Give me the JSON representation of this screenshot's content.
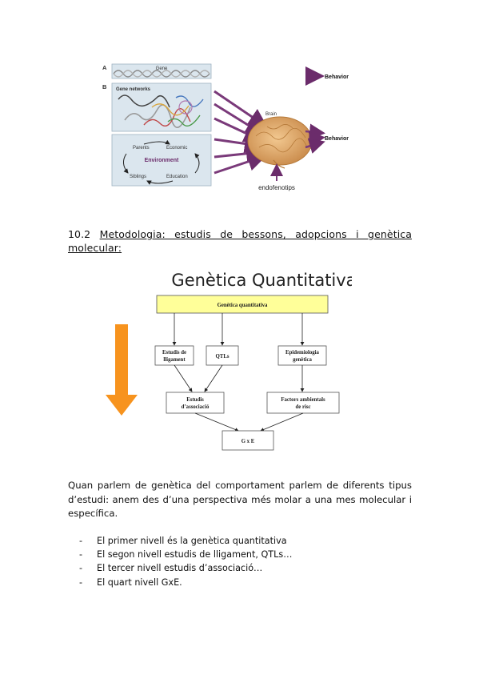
{
  "figure1": {
    "label_a": "A",
    "label_b": "B",
    "gene": "Gene",
    "gene_networks": "Gene networks",
    "environment": "Environment",
    "parents": "Parents",
    "economic": "Economic",
    "siblings": "Siblings",
    "education": "Education",
    "brain": "Brain",
    "behavior_top": "Behavior",
    "behavior_right": "Behavior",
    "endofenotips": "endofenotips"
  },
  "section": {
    "number": "10.2",
    "title": "Metodologia: estudis de bessons, adopcions i genètica molecular:"
  },
  "figure2": {
    "title": "Genètica Quantitativa",
    "box_top": "Genètica quantitativa",
    "box_ligament_1": "Estudis de",
    "box_ligament_2": "lligament",
    "box_qtls": "QTLs",
    "box_epi_1": "Epidemiologia",
    "box_epi_2": "genètica",
    "box_assoc_1": "Estudis",
    "box_assoc_2": "d’associació",
    "box_factors_1": "Factors ambientals",
    "box_factors_2": "de risc",
    "box_gxe": "G x E",
    "arrow_color": "#F7931E",
    "top_box_color": "#FFFF99"
  },
  "paragraph": "Quan parlem de genètica del comportament parlem de diferents tipus d’estudi: anem des d’una perspectiva més molar a una mes molecular i específica.",
  "bullets": [
    {
      "dash": "-",
      "text": "El primer nivell és la genètica quantitativa"
    },
    {
      "dash": "-",
      "text": "El segon nivell estudis de lligament, QTLs…"
    },
    {
      "dash": "-",
      "text": "El tercer nivell estudis d’associació…"
    },
    {
      "dash": "-",
      "text": "El quart nivell GxE."
    }
  ]
}
